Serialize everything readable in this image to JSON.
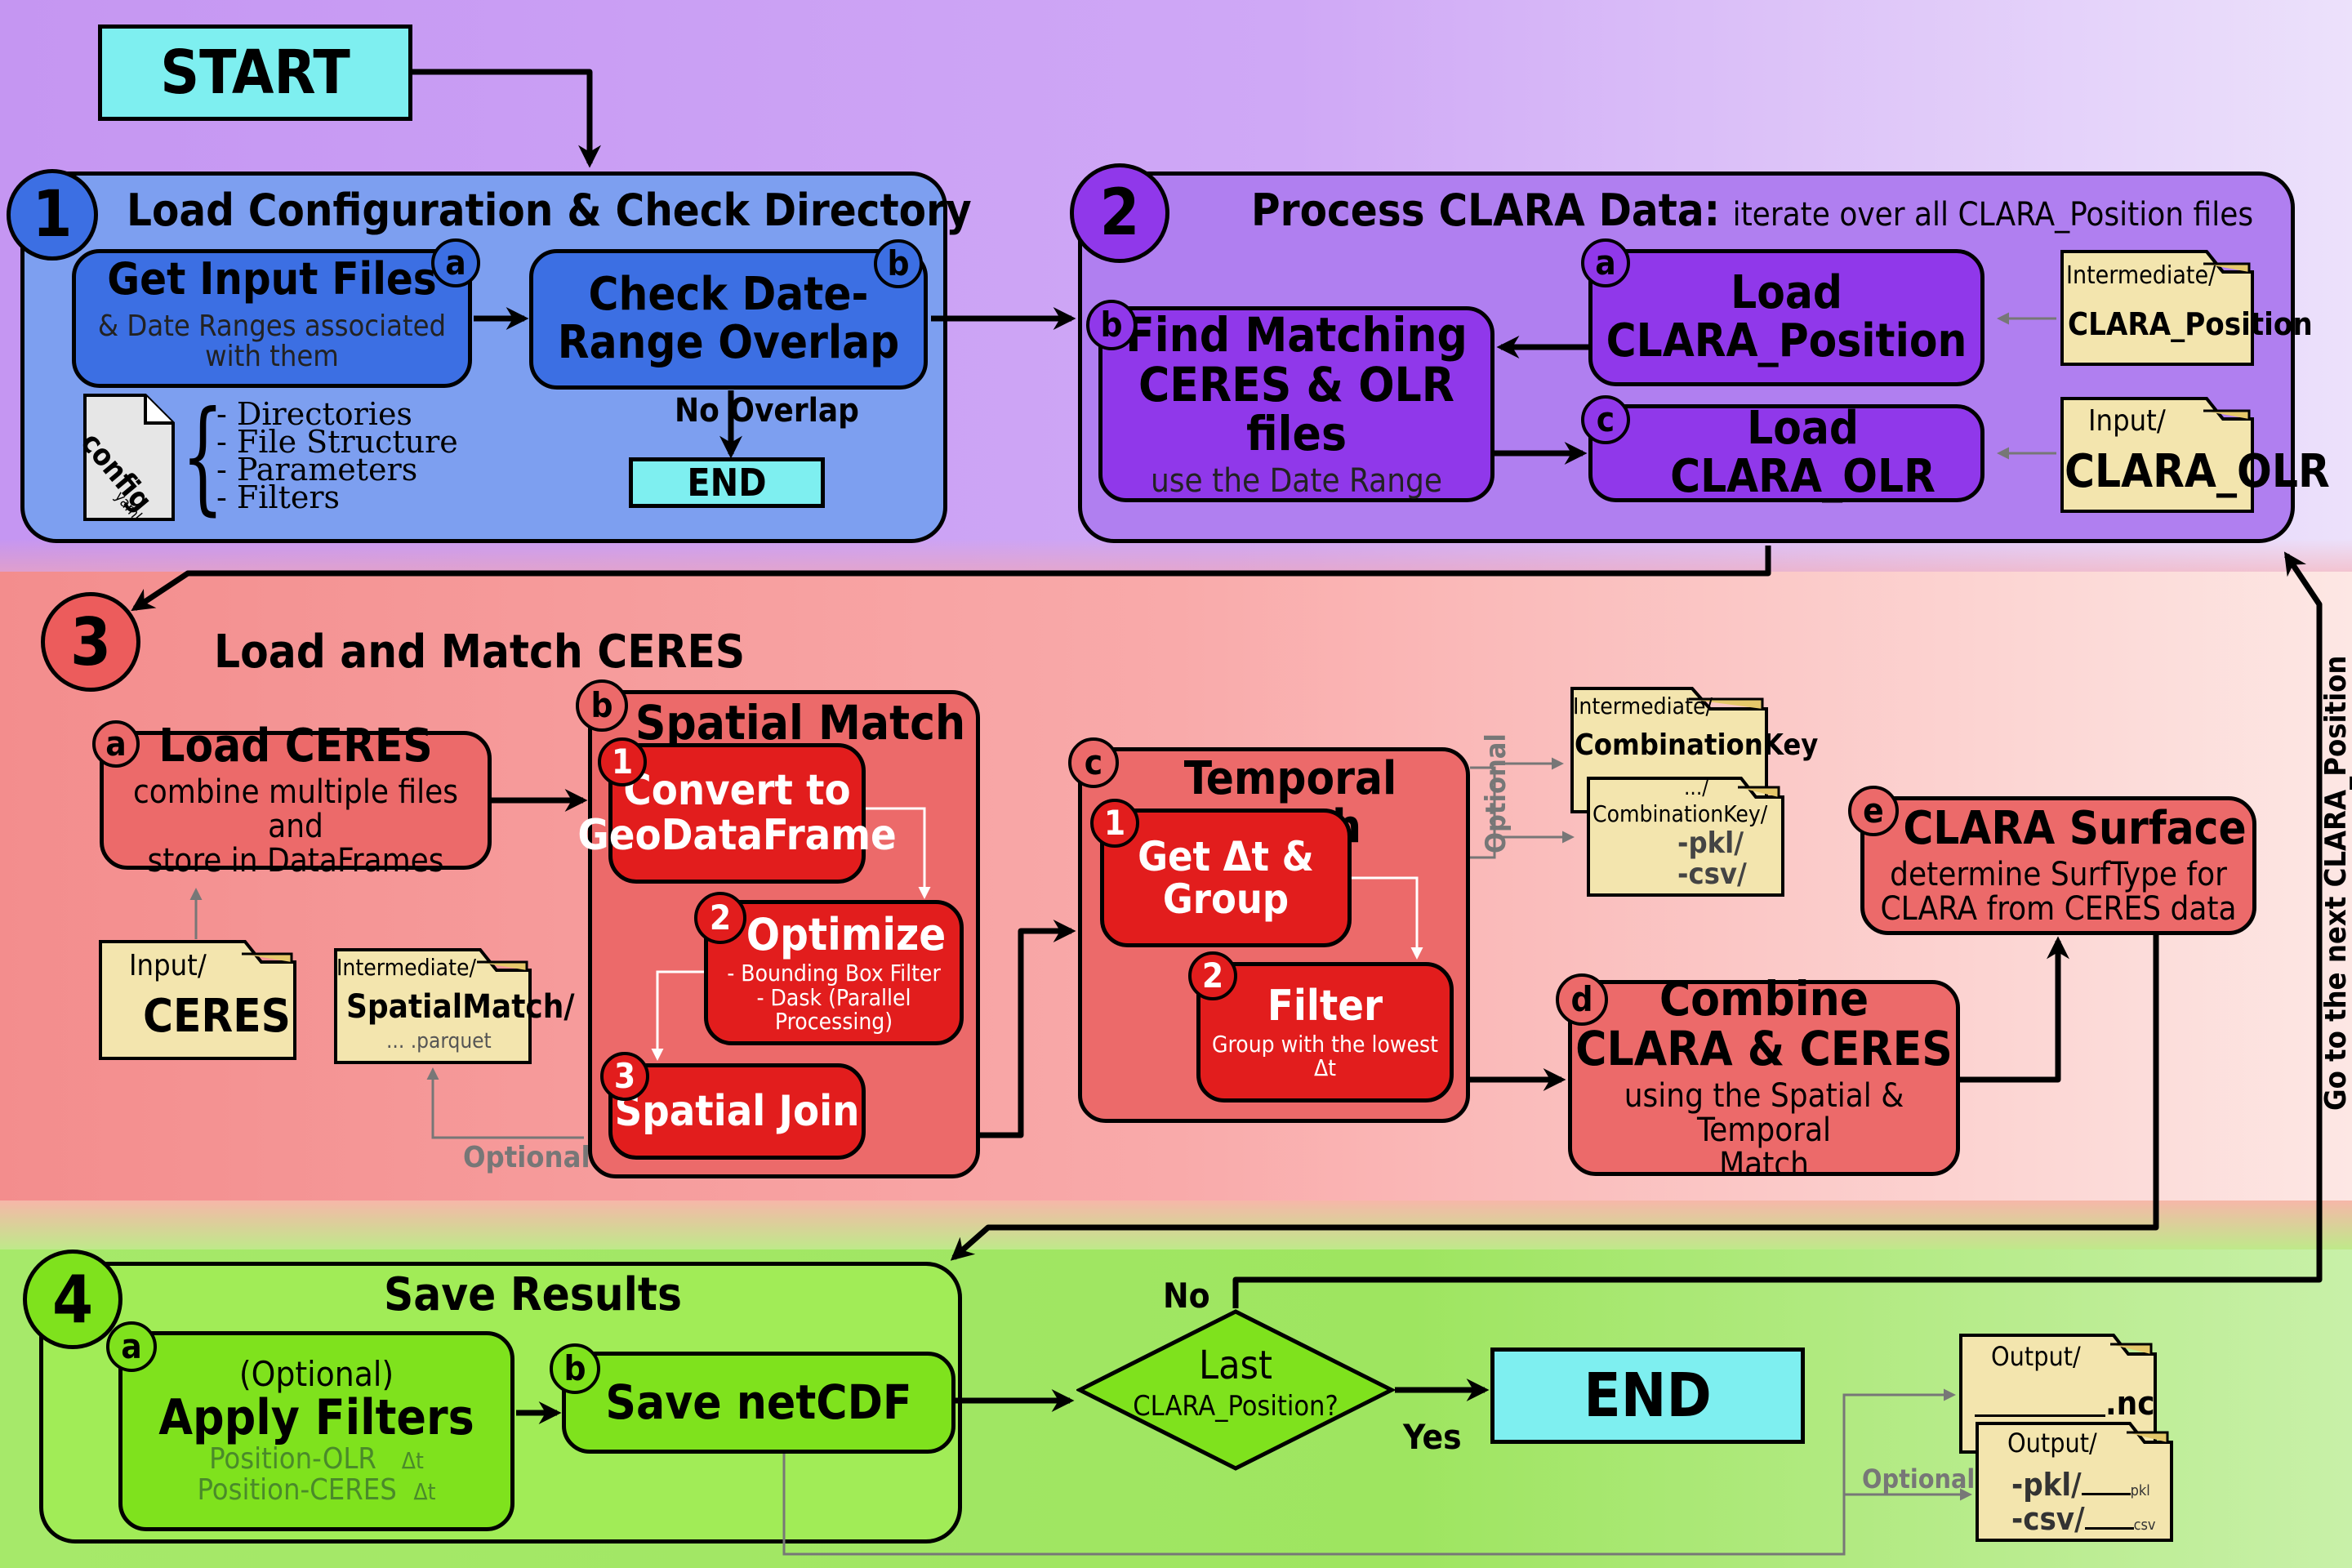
{
  "start": "START",
  "end_top": "END",
  "end_final": "END",
  "no_overlap": "No Overlap",
  "side_label": "Go to the next CLARA_Position",
  "s1": {
    "num": "1",
    "title": "Load Configuration & Check Directory",
    "a": {
      "badge": "a",
      "title": "Get Input Files",
      "sub1": "& Date Ranges associated",
      "sub2": "with them"
    },
    "b": {
      "badge": "b",
      "line1": "Check Date-",
      "line2": "Range Overlap"
    },
    "config_doc": {
      "name": "config",
      "ext": "yaml"
    },
    "config_items": [
      "- Directories",
      "- File Structure",
      "- Parameters",
      "- Filters"
    ]
  },
  "s2": {
    "num": "2",
    "title": "Process CLARA Data:",
    "title_note": "iterate over all CLARA_Position files",
    "a": {
      "badge": "a",
      "line1": "Load",
      "line2": "CLARA_Position"
    },
    "b": {
      "badge": "b",
      "line1": "Find Matching",
      "line2": "CERES & OLR files",
      "sub": "use the Date Range"
    },
    "c": {
      "badge": "c",
      "title": "Load CLARA_OLR"
    },
    "folder_pos": {
      "top": "Intermediate/",
      "name": "CLARA_Position"
    },
    "folder_olr": {
      "top": "Input/",
      "name": "CLARA_OLR"
    }
  },
  "s3": {
    "num": "3",
    "title": "Load and Match CERES",
    "a": {
      "badge": "a",
      "title": "Load CERES",
      "sub1": "combine multiple files and",
      "sub2": "store in DataFrames"
    },
    "folder_ceres": {
      "top": "Input/",
      "name": "CERES"
    },
    "folder_spatial": {
      "top": "Intermediate/",
      "name": "SpatialMatch/",
      "sub": "... .parquet"
    },
    "optional": "Optional",
    "b": {
      "badge": "b",
      "title": "Spatial Match",
      "s1": {
        "badge": "1",
        "line1": "Convert to",
        "line2": "GeoDataFrame"
      },
      "s2": {
        "badge": "2",
        "title": "Optimize",
        "sub1": "- Bounding Box Filter",
        "sub2": "- Dask (Parallel Processing)"
      },
      "s3": {
        "badge": "3",
        "title": "Spatial Join"
      }
    },
    "c": {
      "badge": "c",
      "title": "Temporal Match",
      "s1": {
        "badge": "1",
        "line1": "Get Δt &",
        "line2": "Group"
      },
      "s2": {
        "badge": "2",
        "title": "Filter",
        "sub1": "Group with the lowest",
        "sub2": "Δt"
      }
    },
    "optional_c": "Optional",
    "folder_comb1": {
      "top": "Intermediate/",
      "name": "CombinationKey"
    },
    "folder_comb2": {
      "top": ".../",
      "name": "CombinationKey/",
      "l1": "-pkl/",
      "l2": "-csv/"
    },
    "d": {
      "badge": "d",
      "line1": "Combine",
      "line2": "CLARA & CERES",
      "sub1": "using the Spatial & Temporal",
      "sub2": "Match"
    },
    "e": {
      "badge": "e",
      "title": "CLARA Surface",
      "sub1": "determine SurfType for",
      "sub2": "CLARA from CERES data"
    }
  },
  "s4": {
    "num": "4",
    "title": "Save Results",
    "a": {
      "badge": "a",
      "pre": "(Optional)",
      "title": "Apply Filters",
      "f1": "Position-OLR",
      "f2": "Position-CERES",
      "dt": "Δt"
    },
    "b": {
      "badge": "b",
      "title": "Save netCDF"
    },
    "decision": {
      "line1": "Last",
      "line2": "CLARA_Position?"
    },
    "no": "No",
    "yes": "Yes",
    "optional": "Optional",
    "folder_nc": {
      "top": "Output/",
      "name": ".nc"
    },
    "folder_pkl": {
      "top": "Output/",
      "l1": "-pkl/",
      "l1s": "pkl",
      "l2": "-csv/",
      "l2s": "csv"
    }
  },
  "colors": {
    "purple_bg": "#cda8f5",
    "red_bg": "#f9a7a7",
    "green_bg": "#a9e86e",
    "blue_box": "#7d9ff0",
    "blue_sub": "#3c6fe3",
    "purple_box": "#b07ff0",
    "purple_sub": "#9038ea",
    "red_box": "#ec6a6a",
    "red_sub": "#e21d1d",
    "green_box": "#a1ec57",
    "green_sub": "#7fe21d",
    "cyan": "#7eeff0",
    "folder": "#f3e5ae"
  }
}
